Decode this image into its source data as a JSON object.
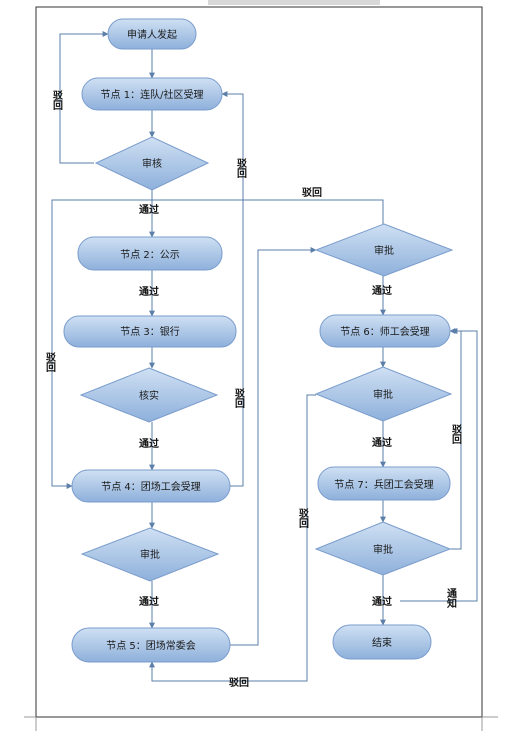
{
  "nodes": {
    "start": "申请人发起",
    "n1": "节点 1：连队/社区受理",
    "review1": "审核",
    "n2": "节点 2：公示",
    "n3": "节点 3：银行",
    "verify": "核实",
    "n4": "节点 4：团场工会受理",
    "approve4": "审批",
    "n5": "节点 5：团场常委会",
    "approve_top": "审批",
    "n6": "节点 6：师工会受理",
    "approve6": "审批",
    "n7": "节点 7：兵团工会受理",
    "approve7": "审批",
    "end": "结束"
  },
  "labels": {
    "reject": "驳回",
    "pass": "通过",
    "notify": "通知"
  },
  "colors": {
    "node_fill_top": "#c5d8ef",
    "node_fill_bottom": "#8fb1dc",
    "node_stroke": "#7a9ccc",
    "edge": "#5b7fa8"
  }
}
